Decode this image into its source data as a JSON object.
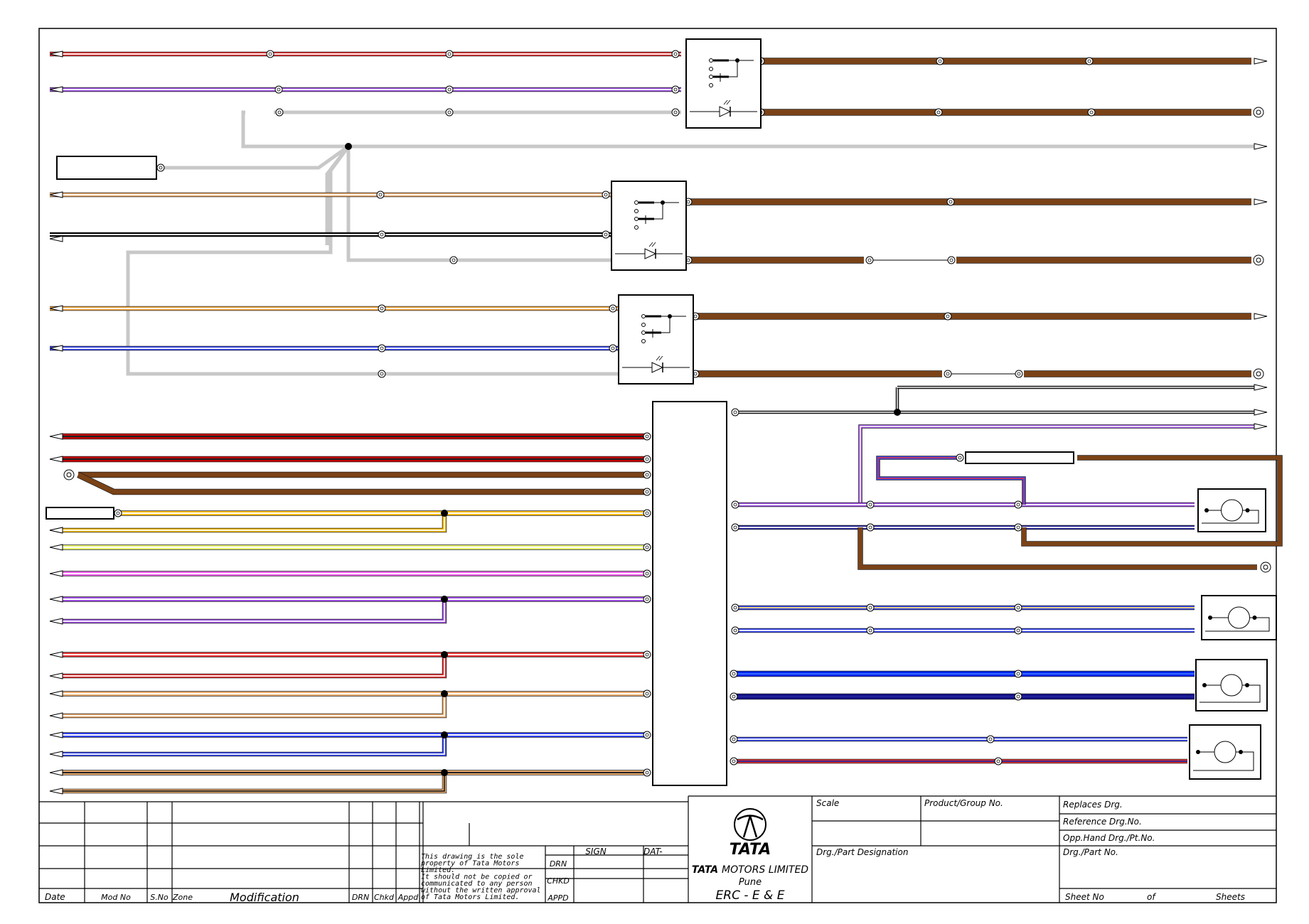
{
  "title_block": {
    "rev_headers": {
      "date": "Date",
      "mod_no": "Mod No",
      "s_no": "S.No",
      "zone": "Zone",
      "modification": "Modification",
      "drn": "DRN",
      "chkd": "Chkd",
      "appd": "Appd"
    },
    "notice": [
      "This drawing is the sole",
      "property of Tata Motors",
      "Limited.",
      "  It should not be copied or",
      "communicated to any person",
      "without the written approval",
      "of Tata Motors Limited."
    ],
    "sign_header": "SIGN",
    "date_header": "DAT-",
    "approvals": [
      "DRN",
      "CHKD",
      "APPD"
    ],
    "company_logo_text": "TATA",
    "company_name_brand": "TATA",
    "company_name_rest": "MOTORS LIMITED",
    "company_city": "Pune",
    "department": "ERC - E & E",
    "scale_label": "Scale",
    "product_group_label": "Product/Group No.",
    "replaces_label": "Replaces Drg.",
    "reference_label": "Reference Drg.No.",
    "opp_hand_label": "Opp.Hand Drg./Pt.No.",
    "designation_label": "Drg./Part Designation",
    "part_no_label": "Drg./Part No.",
    "sheet_no_label": "Sheet No",
    "of_label": "of",
    "sheets_label": "Sheets"
  },
  "colors": {
    "brown": "#7a4217",
    "grey": "#c8c8c8",
    "red": "#e33030",
    "dark_red": "#cc0000",
    "violet": "#9b4de0",
    "orange": "#f3a63c",
    "tan": "#e8a86a",
    "blue": "#3344ee",
    "dark_blue": "#222299",
    "yellow": "#f5b800",
    "lime": "#e4f06a",
    "pink": "#e85ae8",
    "black": "#000000",
    "navy_yellow": "#ffe070"
  }
}
